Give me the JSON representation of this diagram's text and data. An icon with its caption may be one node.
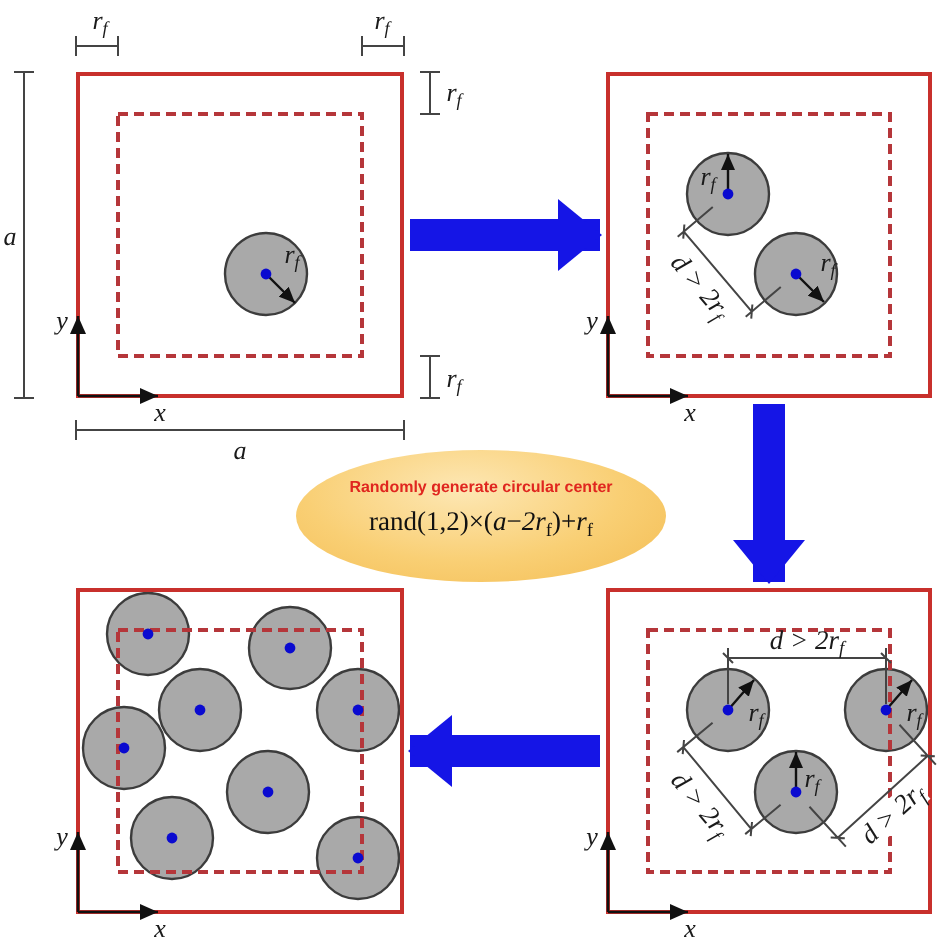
{
  "diagram": {
    "nodes": [
      {
        "text": [],
        "shape": "box"
      },
      {
        "text": [],
        "shape": "box"
      },
      {
        "text": [
          "Randomly generate circular center",
          "rand(1,2)×(*a*−*2r*$_{f}$)+*r*$_{f}$"
        ]
      },
      {
        "text": [],
        "shape": "box"
      },
      {
        "text": [],
        "shape": "box"
      }
    ],
    "edges": [
      {
        "from": 0,
        "to": 1,
        "arrow": "to"
      },
      {
        "from": 1,
        "to": 4,
        "arrow": "to"
      },
      {
        "from": 4,
        "to": 3,
        "arrow": "to"
      }
    ],
    "labels": [
      "r$_{f}$",
      "r$_{f}$",
      "r$_{f}$",
      "a",
      "r$_{f}$",
      "y",
      "r$_{f}$",
      "x",
      "a",
      "r$_{f}$",
      "r$_{f}$",
      "d > 2r$_{f}$",
      "y",
      "x",
      "y",
      "x",
      "d > 2r$_{f}$",
      "r$_{f}$",
      "r$_{f}$",
      "r$_{f}$",
      "d > 2r$_{f}$",
      "d > 2r$_{f}$",
      "y",
      "x"
    ]
  }
}
